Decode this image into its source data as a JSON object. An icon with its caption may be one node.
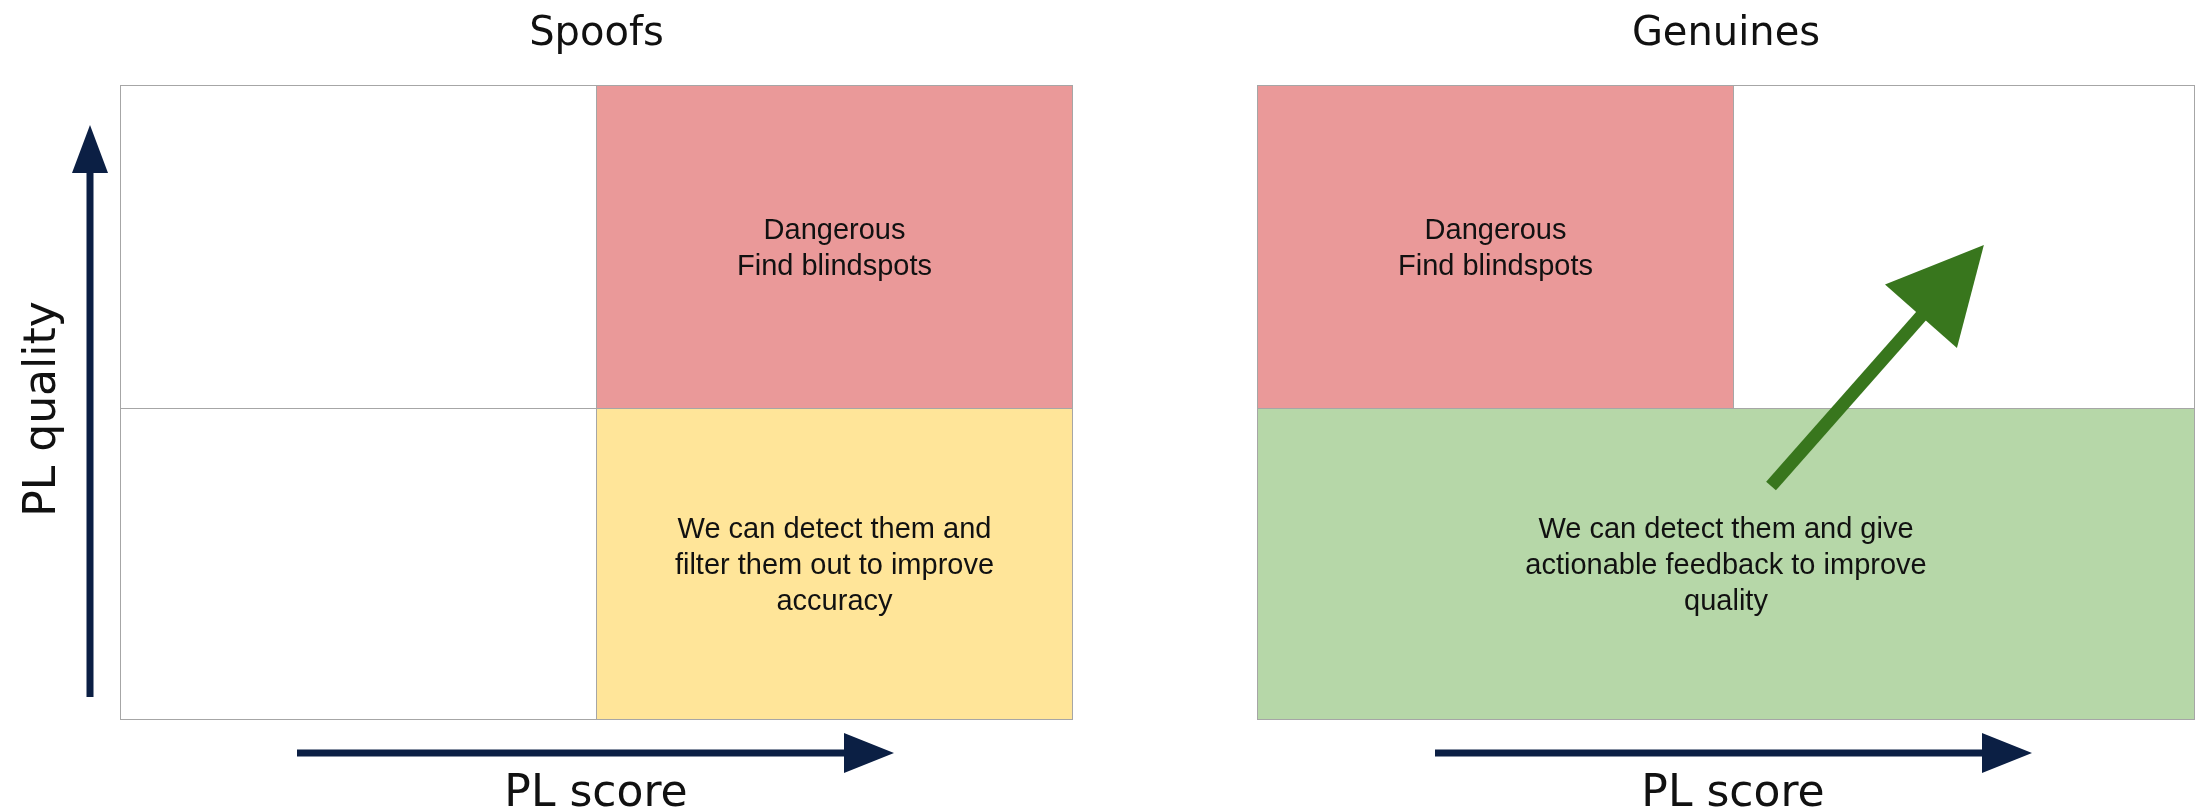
{
  "diagram": {
    "nodes": [
      {
        "text": [
          "Spoofs"
        ]
      },
      {
        "text": [],
        "shape": "box",
        "in": 0
      },
      {
        "text": [
          "Dangerous",
          "Find blindspots"
        ],
        "in": 0
      },
      {
        "text": [],
        "shape": "box",
        "in": 0
      },
      {
        "text": [
          "We can detect them and filter them out to improve accuracy"
        ],
        "in": 0
      },
      {
        "text": [
          "Genuines"
        ]
      },
      {
        "text": [
          "Dangerous",
          "Find blindspots"
        ],
        "in": 5
      },
      {
        "text": [],
        "shape": "box",
        "in": 5
      },
      {
        "text": [
          "We can detect them and give actionable feedback to improve quality"
        ],
        "in": 5
      }
    ],
    "edges": [
      {
        "from": 8,
        "to": 7,
        "arrow": "to",
        "color": "#38761d"
      }
    ],
    "labels": [
      "PL quality",
      "PL score",
      "PL score"
    ]
  }
}
